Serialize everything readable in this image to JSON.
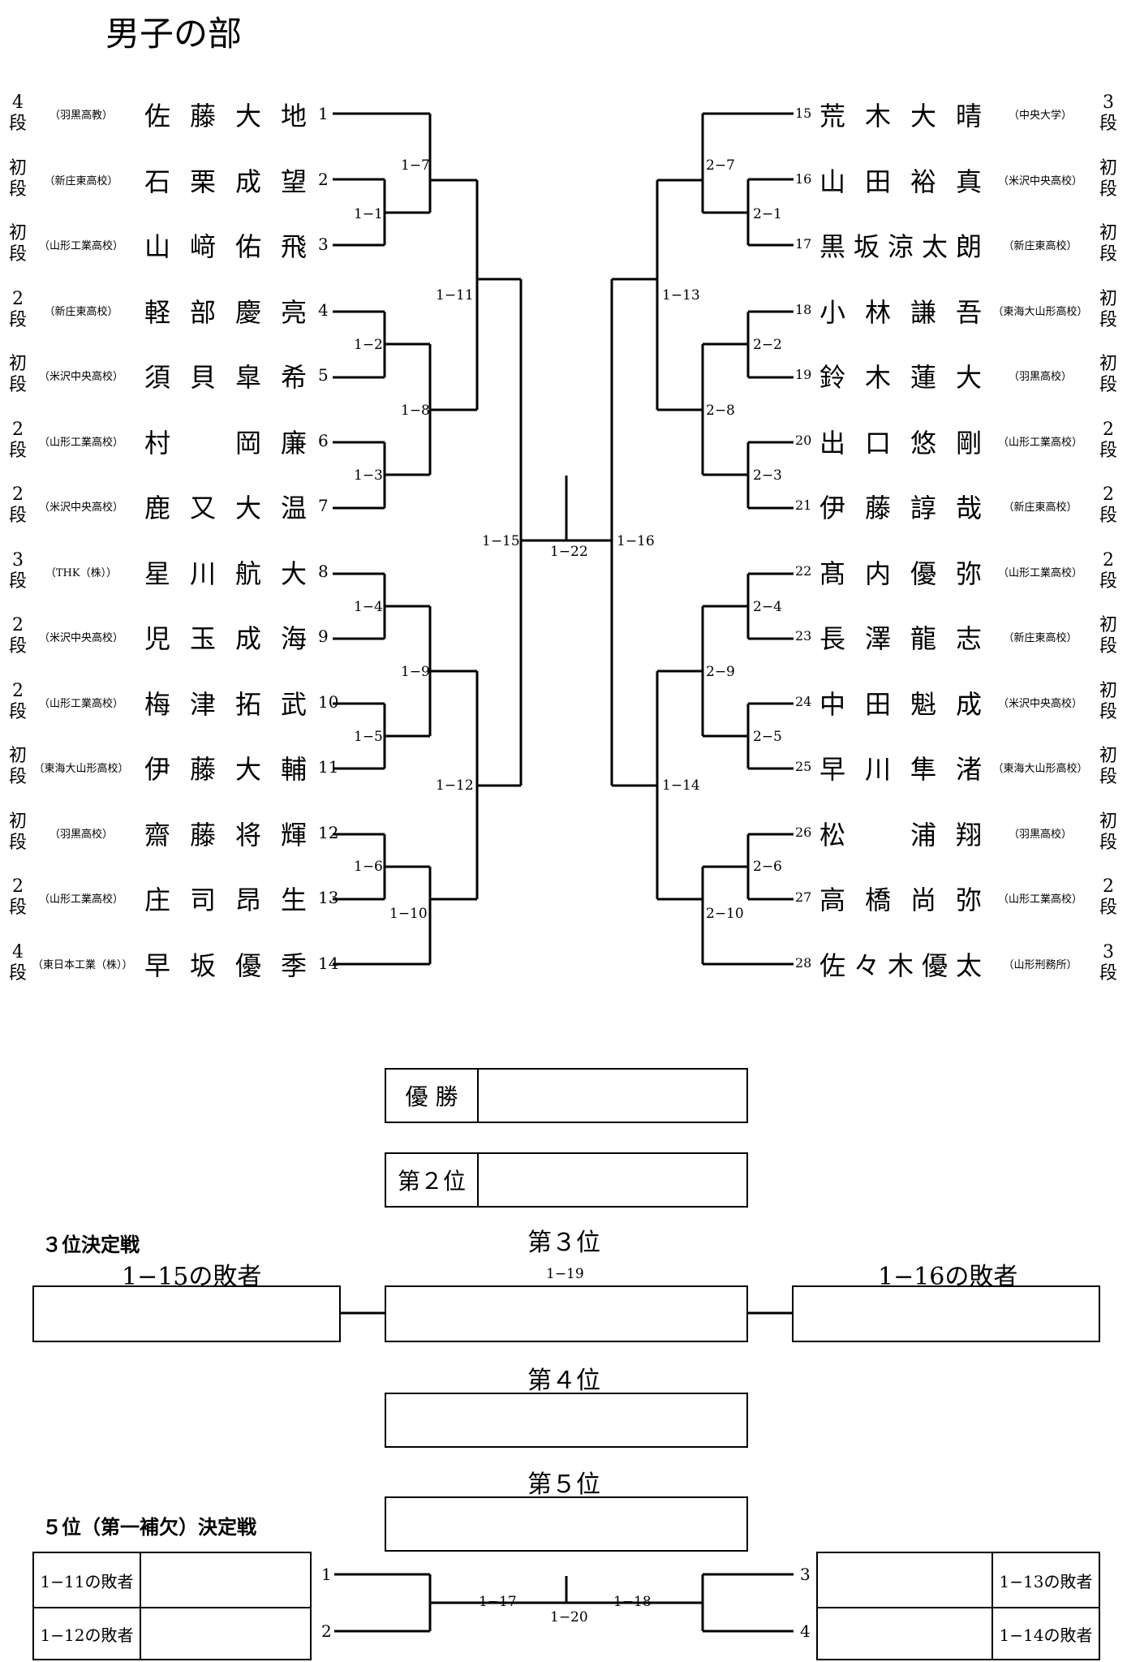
{
  "title": "男子の部",
  "left_entries": [
    {
      "dan": "4段",
      "school": "（羽黒高教）",
      "name": "佐藤大地",
      "seed": "1"
    },
    {
      "dan": "初段",
      "school": "（新庄東高校）",
      "name": "石栗成望",
      "seed": "2"
    },
    {
      "dan": "初段",
      "school": "（山形工業高校）",
      "name": "山﨑佑飛",
      "seed": "3"
    },
    {
      "dan": "2段",
      "school": "（新庄東高校）",
      "name": "軽部慶亮",
      "seed": "4"
    },
    {
      "dan": "初段",
      "school": "（米沢中央高校）",
      "name": "須貝皐希",
      "seed": "5"
    },
    {
      "dan": "2段",
      "school": "（山形工業高校）",
      "name": "村岡廉",
      "seed": "6"
    },
    {
      "dan": "2段",
      "school": "（米沢中央高校）",
      "name": "鹿又大温",
      "seed": "7"
    },
    {
      "dan": "3段",
      "school": "（THK（株））",
      "name": "星川航大",
      "seed": "8"
    },
    {
      "dan": "2段",
      "school": "（米沢中央高校）",
      "name": "児玉成海",
      "seed": "9"
    },
    {
      "dan": "2段",
      "school": "（山形工業高校）",
      "name": "梅津拓武",
      "seed": "10"
    },
    {
      "dan": "初段",
      "school": "（東海大山形高校）",
      "name": "伊藤大輔",
      "seed": "11"
    },
    {
      "dan": "初段",
      "school": "（羽黒高校）",
      "name": "齋藤将輝",
      "seed": "12"
    },
    {
      "dan": "2段",
      "school": "（山形工業高校）",
      "name": "庄司昂生",
      "seed": "13"
    },
    {
      "dan": "4段",
      "school": "（東日本工業（株））",
      "name": "早坂優季",
      "seed": "14"
    }
  ],
  "right_entries": [
    {
      "dan": "3段",
      "school": "（中央大学）",
      "name": "荒木大晴",
      "seed": "15"
    },
    {
      "dan": "初段",
      "school": "（米沢中央高校）",
      "name": "山田裕真",
      "seed": "16"
    },
    {
      "dan": "初段",
      "school": "（新庄東高校）",
      "name": "黒坂涼太朗",
      "seed": "17"
    },
    {
      "dan": "初段",
      "school": "（東海大山形高校）",
      "name": "小林謙吾",
      "seed": "18"
    },
    {
      "dan": "初段",
      "school": "（羽黒高校）",
      "name": "鈴木蓮大",
      "seed": "19"
    },
    {
      "dan": "2段",
      "school": "（山形工業高校）",
      "name": "出口悠剛",
      "seed": "20"
    },
    {
      "dan": "2段",
      "school": "（新庄東高校）",
      "name": "伊藤諄哉",
      "seed": "21"
    },
    {
      "dan": "2段",
      "school": "（山形工業高校）",
      "name": "髙内優弥",
      "seed": "22"
    },
    {
      "dan": "初段",
      "school": "（新庄東高校）",
      "name": "長澤龍志",
      "seed": "23"
    },
    {
      "dan": "初段",
      "school": "（米沢中央高校）",
      "name": "中田魁成",
      "seed": "24"
    },
    {
      "dan": "初段",
      "school": "（東海大山形高校）",
      "name": "早川隼渚",
      "seed": "25"
    },
    {
      "dan": "初段",
      "school": "（羽黒高校）",
      "name": "松浦翔",
      "seed": "26"
    },
    {
      "dan": "2段",
      "school": "（山形工業高校）",
      "name": "高橋尚弥",
      "seed": "27"
    },
    {
      "dan": "3段",
      "school": "（山形刑務所）",
      "name": "佐々木優太",
      "seed": "28"
    }
  ],
  "matches": {
    "m1_1": "1−1",
    "m1_2": "1−2",
    "m1_3": "1−3",
    "m1_4": "1−4",
    "m1_5": "1−5",
    "m1_6": "1−6",
    "m1_7": "1−7",
    "m1_8": "1−8",
    "m1_9": "1−9",
    "m1_10": "1−10",
    "m1_11": "1−11",
    "m1_12": "1−12",
    "m1_13": "1−13",
    "m1_14": "1−14",
    "m1_15": "1−15",
    "m1_16": "1−16",
    "m1_22": "1−22",
    "m2_1": "2−1",
    "m2_2": "2−2",
    "m2_3": "2−3",
    "m2_4": "2−4",
    "m2_5": "2−5",
    "m2_6": "2−6",
    "m2_7": "2−7",
    "m2_8": "2−8",
    "m2_9": "2−9",
    "m2_10": "2−10"
  },
  "results": {
    "champion": "優 勝",
    "second": "第２位",
    "third": "第３位",
    "fourth": "第４位",
    "fifth": "第５位"
  },
  "third_place": {
    "heading": "３位決定戦",
    "left_label": "1−15の敗者",
    "center_label": "1−19",
    "right_label": "1−16の敗者"
  },
  "fifth_place": {
    "heading": "５位（第一補欠）決定戦",
    "rows": [
      "1−11の敗者",
      "1−12の敗者",
      "1−13の敗者",
      "1−14の敗者"
    ],
    "seeds": [
      "1",
      "2",
      "3",
      "4"
    ],
    "m17": "1−17",
    "m18": "1−18",
    "m20": "1−20"
  }
}
